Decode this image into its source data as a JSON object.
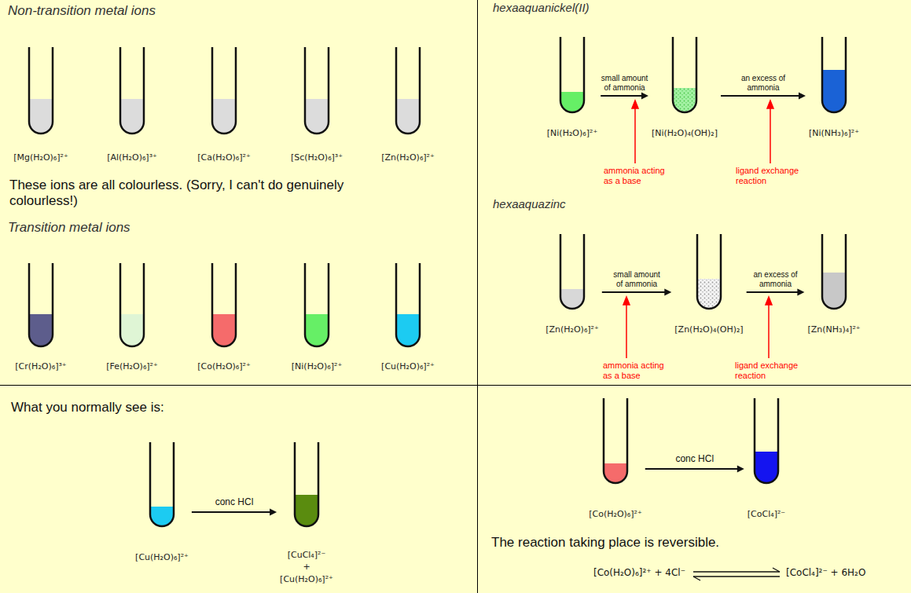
{
  "diagram": {
    "nodes": [
      {
        "text": [
          "[Mg(H₂O)₆]²⁺"
        ]
      },
      {
        "text": [
          "[Al(H₂O)₆]³⁺"
        ]
      },
      {
        "text": [
          "[Ca(H₂O)₆]²⁺"
        ]
      },
      {
        "text": [
          "[Sc(H₂O)₆]³⁺"
        ]
      },
      {
        "text": [
          "[Zn(H₂O)₆]²⁺"
        ]
      },
      {
        "text": [
          "[Cr(H₂O)₆]³⁺"
        ]
      },
      {
        "text": [
          "[Fe(H₂O)₆]²⁺"
        ]
      },
      {
        "text": [
          "[Co(H₂O)₆]²⁺"
        ]
      },
      {
        "text": [
          "[Ni(H₂O)₆]²⁺"
        ]
      },
      {
        "text": [
          "[Cu(H₂O)₆]²⁺"
        ]
      },
      {
        "text": [
          "[Cu(H₂O)₆]²⁺"
        ]
      },
      {
        "text": [
          "[CuCl₄]²⁻",
          "+",
          "[Cu(H₂O)₆]²⁺"
        ]
      },
      {
        "text": [
          "[Ni(H₂O)₆]²⁺"
        ]
      },
      {
        "text": [
          "[Ni(H₂O)₄(OH)₂]"
        ]
      },
      {
        "text": [
          "[Ni(NH₃)₆]²⁺"
        ]
      },
      {
        "text": [
          "[Zn(H₂O)₆]²⁺"
        ]
      },
      {
        "text": [
          "[Zn(H₂O)₄(OH)₂]"
        ]
      },
      {
        "text": [
          "[Zn(NH₃)₄]²⁺"
        ]
      },
      {
        "text": [
          "[Co(H₂O)₆]²⁺"
        ]
      },
      {
        "text": [
          "[CoCl₄]²⁻"
        ]
      }
    ],
    "edges": [
      {
        "from": 10,
        "to": 11,
        "label": "conc HCl",
        "arrow": "to"
      },
      {
        "from": 12,
        "to": 13,
        "label": "small amount of ammonia",
        "arrow": "to"
      },
      {
        "from": 13,
        "to": 14,
        "label": "an excess of ammonia",
        "arrow": "to"
      },
      {
        "from": 15,
        "to": 16,
        "label": "small amount of ammonia",
        "arrow": "to"
      },
      {
        "from": 16,
        "to": 17,
        "label": "an excess of ammonia",
        "arrow": "to"
      },
      {
        "from": 18,
        "to": 19,
        "label": "conc HCl",
        "arrow": "to"
      }
    ],
    "labels": [
      "Non-transition metal ions",
      "These ions are all colourless. (Sorry, I can't do genuinely colourless!)",
      "Transition metal ions",
      "What you normally see is:",
      "hexaaquanickel(II)",
      "ammonia acting as a base",
      "ligand exchange reaction",
      "hexaaquazinc",
      "ammonia acting as a base",
      "ligand exchange reaction",
      "The reaction taking place is reversible.",
      "[Co(H₂O)₆]²⁺ + 4Cl⁻",
      "[CoCl₄]²⁻ + 6H₂O"
    ]
  }
}
